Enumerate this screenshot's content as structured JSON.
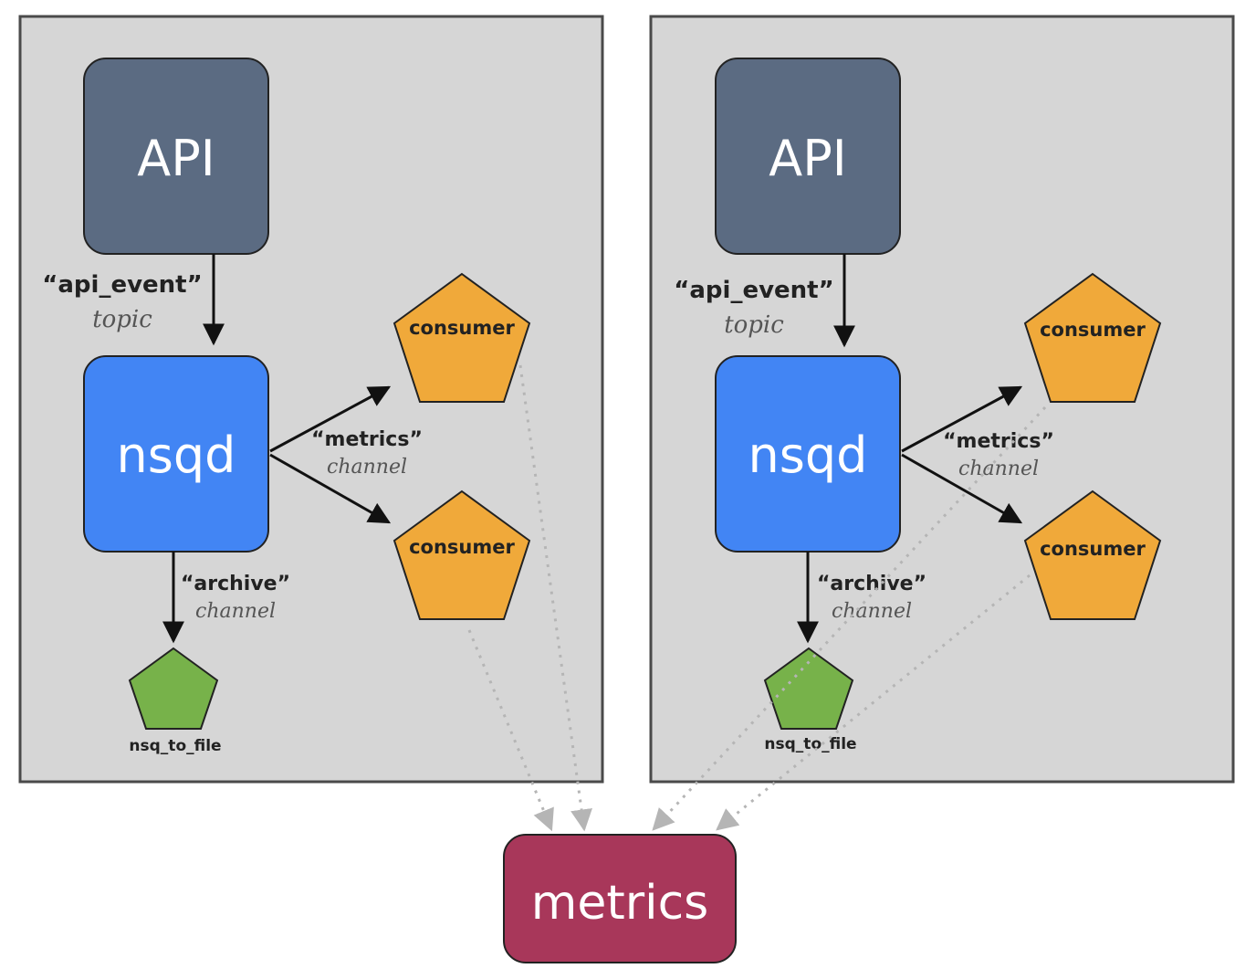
{
  "colors": {
    "panel_fill": "#d6d6d6",
    "panel_stroke": "#4a4a4a",
    "api_fill": "#5b6b82",
    "nsqd_fill": "#4285f4",
    "consumer_fill": "#f0a93a",
    "nsq_to_file_fill": "#77b24a",
    "metrics_fill": "#a8375a",
    "edge": "#111111",
    "dotted_edge": "#b5b5b5"
  },
  "panels": [
    {
      "api_label": "API",
      "nsqd_label": "nsqd",
      "topic_name": "“api_event”",
      "topic_kind": "topic",
      "metrics_channel_name": "“metrics”",
      "metrics_channel_kind": "channel",
      "archive_channel_name": "“archive”",
      "archive_channel_kind": "channel",
      "consumer_top_label": "consumer",
      "consumer_bottom_label": "consumer",
      "nsq_to_file_label": "nsq_to_file"
    },
    {
      "api_label": "API",
      "nsqd_label": "nsqd",
      "topic_name": "“api_event”",
      "topic_kind": "topic",
      "metrics_channel_name": "“metrics”",
      "metrics_channel_kind": "channel",
      "archive_channel_name": "“archive”",
      "archive_channel_kind": "channel",
      "consumer_top_label": "consumer",
      "consumer_bottom_label": "consumer",
      "nsq_to_file_label": "nsq_to_file"
    }
  ],
  "metrics_label": "metrics"
}
